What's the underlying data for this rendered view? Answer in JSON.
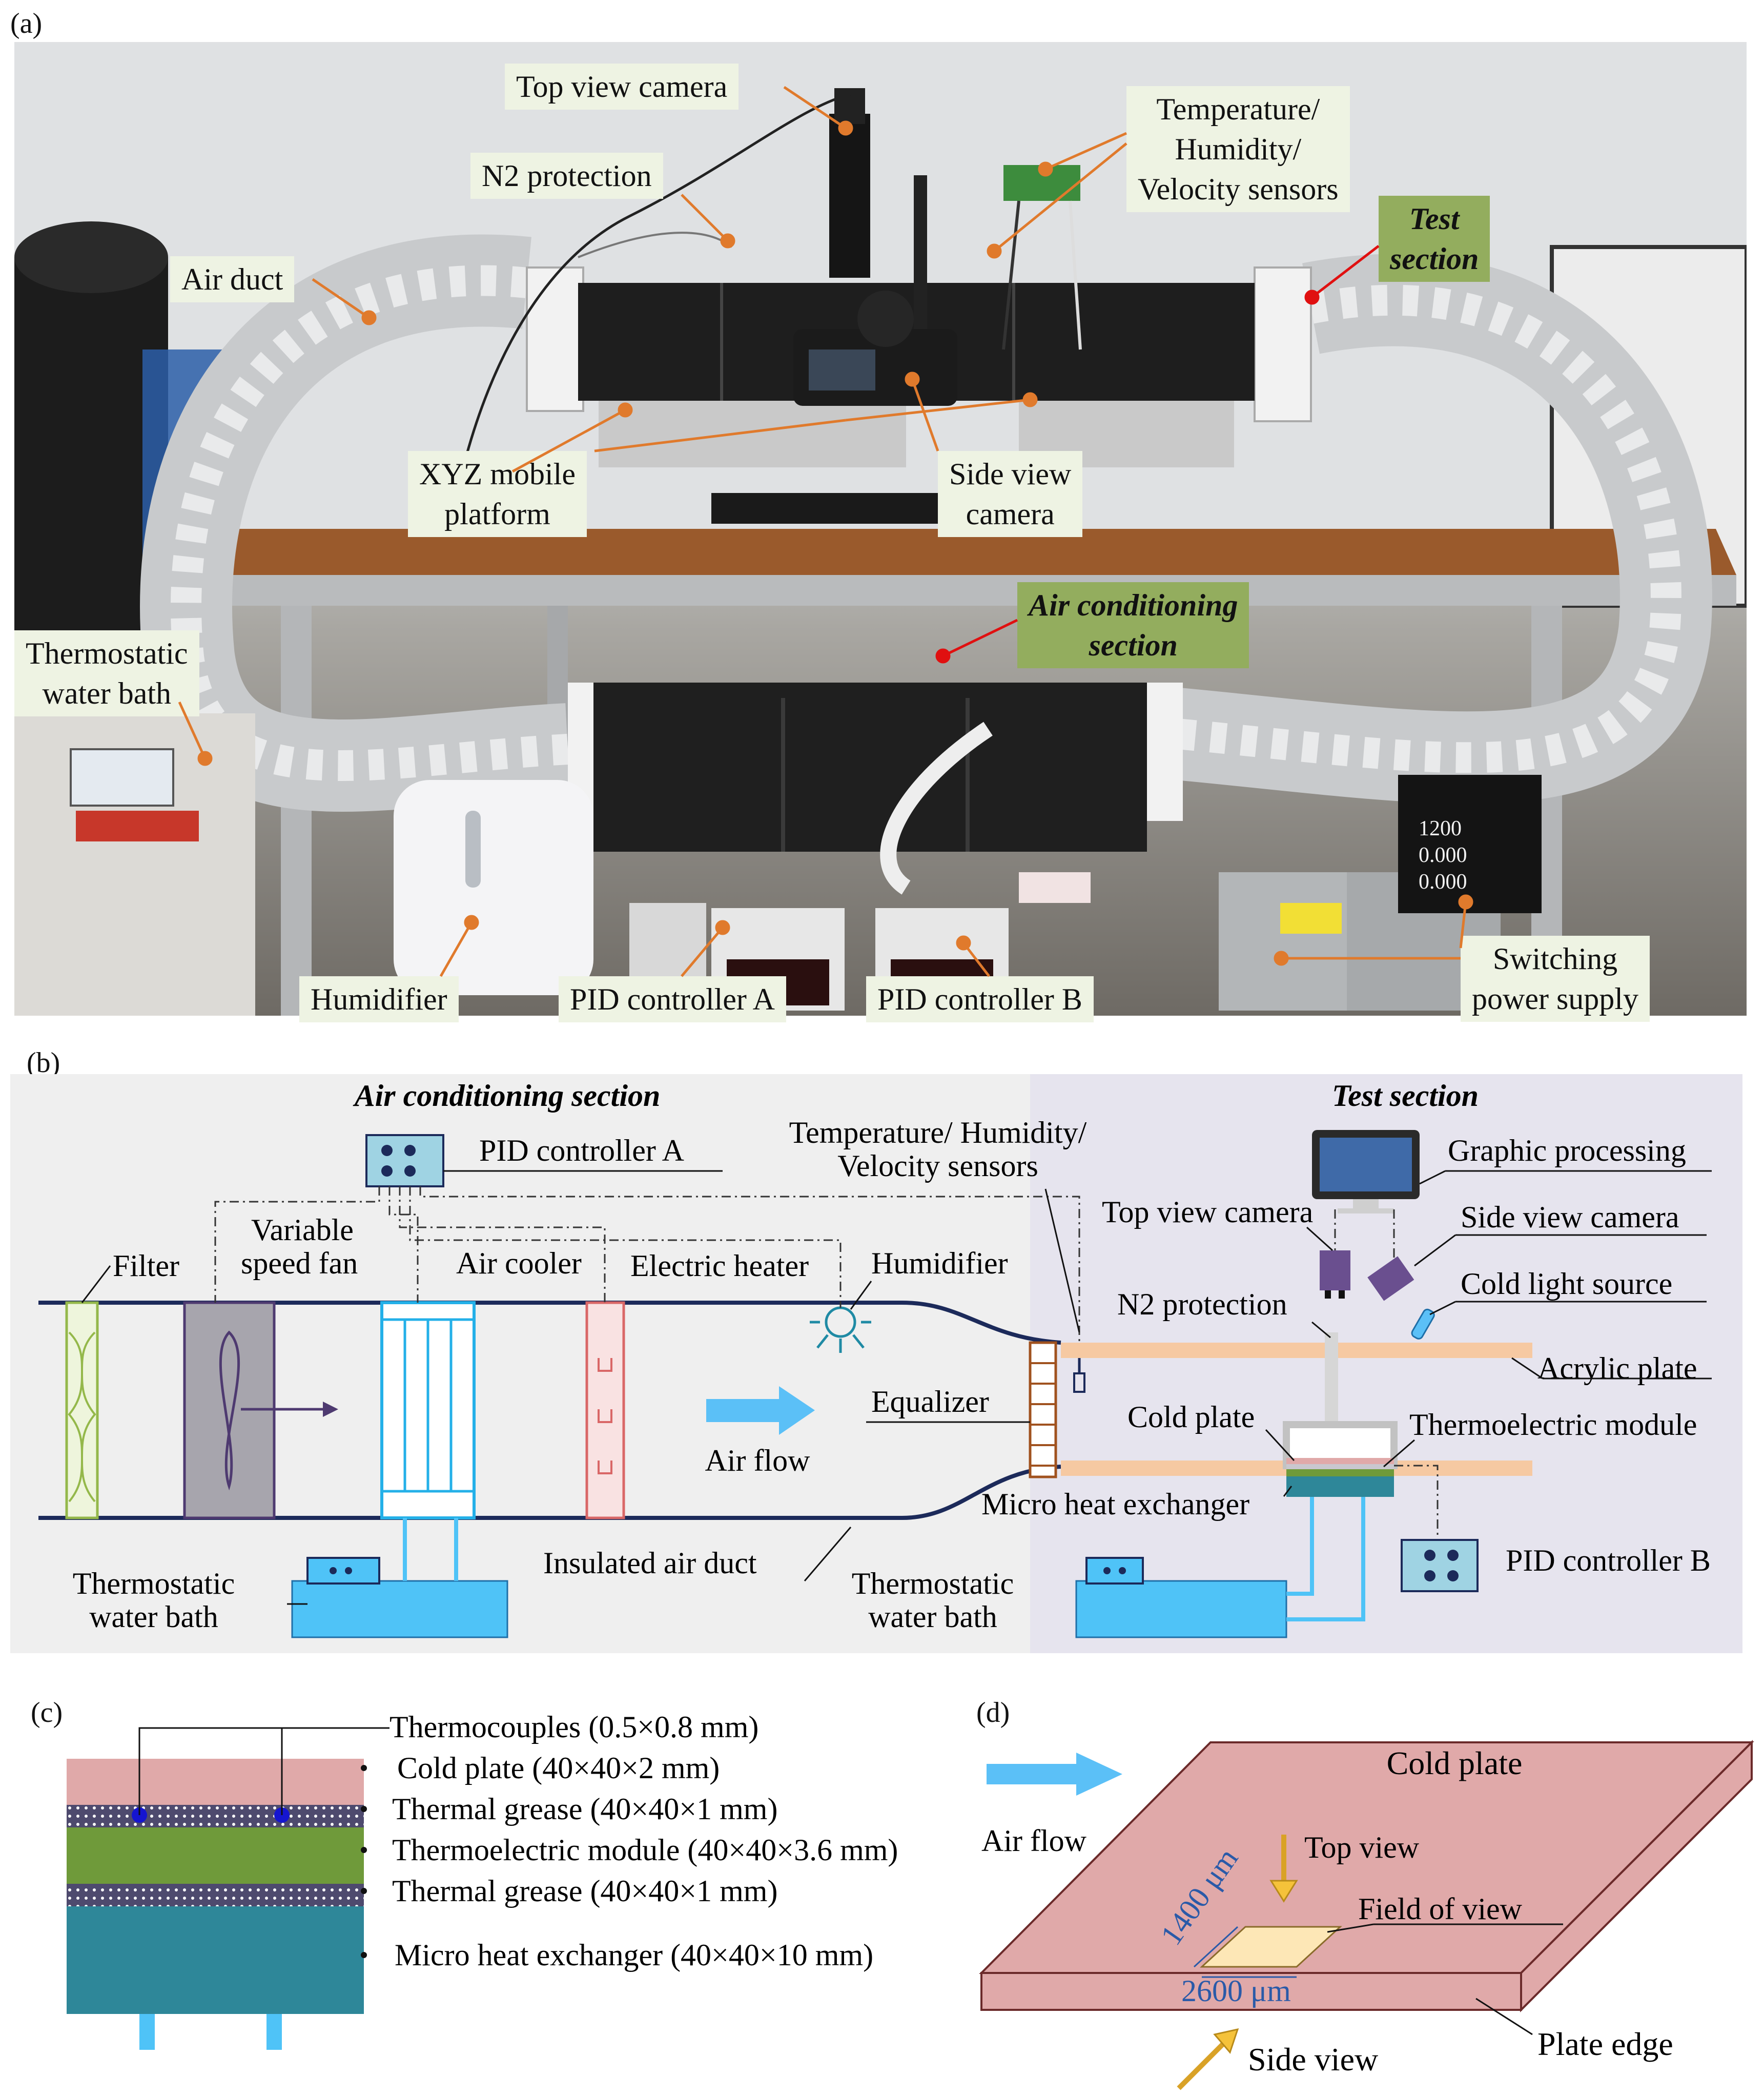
{
  "panels": {
    "a": "(a)",
    "b": "(b)",
    "c": "(c)",
    "d": "(d)"
  },
  "a": {
    "top_view_camera": "Top view camera",
    "n2_protection": "N2 protection",
    "sensors_line1": "Temperature/",
    "sensors_line2": "Humidity/",
    "sensors_line3": "Velocity sensors",
    "test_line1": "Test",
    "test_line2": "section",
    "air_duct": "Air duct",
    "xyz_line1": "XYZ mobile",
    "xyz_line2": "platform",
    "side_line1": "Side view",
    "side_line2": "camera",
    "ac_line1": "Air conditioning",
    "ac_line2": "section",
    "bath_line1": "Thermostatic",
    "bath_line2": "water bath",
    "humidifier": "Humidifier",
    "pid_a": "PID controller A",
    "pid_b": "PID controller B",
    "sw_line1": "Switching",
    "sw_line2": "power supply",
    "display1": "1200",
    "display2": "0.000",
    "display3": "0.000"
  },
  "b": {
    "ac_section": "Air conditioning section",
    "test_section": "Test section",
    "pid_a": "PID controller A",
    "sensors_line1": "Temperature/ Humidity/",
    "sensors_line2": "Velocity sensors",
    "graphic": "Graphic processing",
    "top_cam": "Top view camera",
    "side_cam": "Side view camera",
    "variable_line1": "Variable",
    "variable_line2": "speed fan",
    "filter": "Filter",
    "air_cooler": "Air cooler",
    "heater": "Electric heater",
    "humidifier": "Humidifier",
    "n2": "N2 protection",
    "cold_light": "Cold light source",
    "acrylic": "Acrylic plate",
    "equalizer": "Equalizer",
    "air_flow": "Air flow",
    "cold_plate": "Cold plate",
    "te_module": "Thermoelectric module",
    "micro_hx": "Micro heat exchanger",
    "duct": "Insulated air duct",
    "bath1_line1": "Thermostatic",
    "bath1_line2": "water bath",
    "bath2_line1": "Thermostatic",
    "bath2_line2": "water bath",
    "pid_b": "PID controller B"
  },
  "c": {
    "thermocouples": "Thermocouples (0.5×0.8 mm)",
    "cold_plate": "Cold plate (40×40×2 mm)",
    "grease1": "Thermal grease (40×40×1 mm)",
    "te_module": "Thermoelectric module (40×40×3.6 mm)",
    "grease2": "Thermal grease (40×40×1 mm)",
    "micro_hx": "Micro heat exchanger (40×40×10 mm)"
  },
  "d": {
    "cold_plate": "Cold plate",
    "air_flow": "Air flow",
    "top_view": "Top view",
    "fov": "Field of view",
    "dim_h": "1400 μm",
    "dim_w": "2600 μm",
    "side_view": "Side view",
    "plate_edge": "Plate edge"
  },
  "colors": {
    "callout_bg": "#eef3e3",
    "callout_green": "#93ad5e",
    "orange_leader": "#e07a2c",
    "red_leader": "#e01010",
    "duct_line": "#1c2a5a",
    "water_blue": "#4fc3f7",
    "acrylic": "#f6c9a2",
    "cold_plate": "#e0a9a9",
    "te_module": "#6f9a3a",
    "hx": "#2e8799",
    "test_bg": "#e6e4ee"
  }
}
